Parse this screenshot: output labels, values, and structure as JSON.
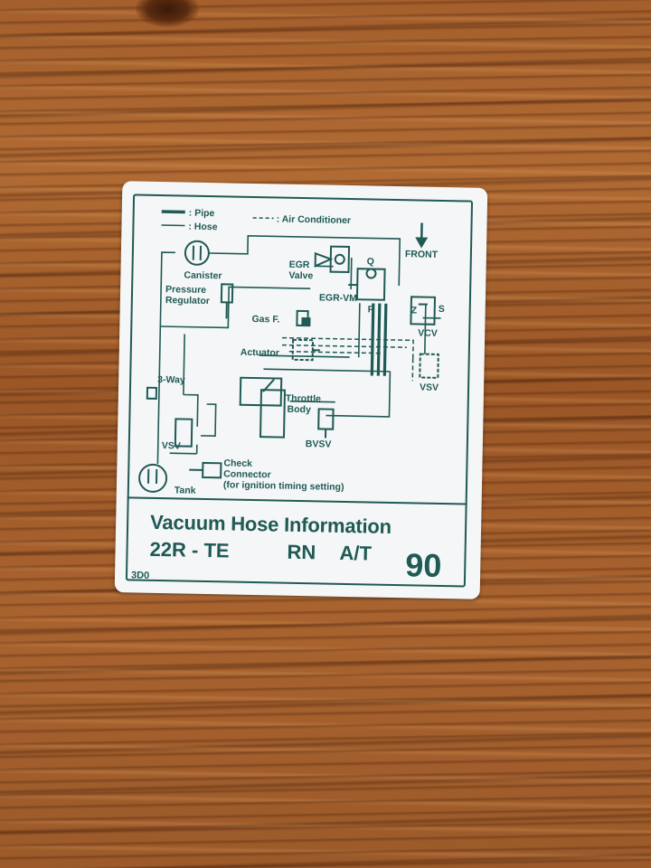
{
  "legend": {
    "pipe": ": Pipe",
    "hose": ": Hose",
    "air_conditioner": ": Air Conditioner"
  },
  "labels": {
    "front": "FRONT",
    "canister": "Canister",
    "egr_valve_1": "EGR",
    "egr_valve_2": "Valve",
    "egr_vm": "EGR-VM",
    "pressure_regulator_1": "Pressure",
    "pressure_regulator_2": "Regulator",
    "gas_filter": "Gas F.",
    "actuator": "Actuator",
    "vcv": "VCV",
    "vsv_right": "VSV",
    "three_way": "3-Way",
    "throttle_body_1": "Throttle",
    "throttle_body_2": "Body",
    "bvsv": "BVSV",
    "vsv_left": "VSV",
    "check_connector_1": "Check",
    "check_connector_2": "Connector",
    "check_connector_3": "(for ignition timing setting)",
    "tank": "Tank",
    "port_q": "Q",
    "port_p": "P",
    "port_z": "Z",
    "port_s": "S"
  },
  "footer": {
    "title": "Vacuum Hose Information",
    "engine": "22R - TE",
    "variant": "RN",
    "transmission": "A/T",
    "code": "90",
    "part_number": "3D0"
  },
  "colors": {
    "ink": "#1f5a55",
    "sticker": "#f4f6f7",
    "wood": "#a45f2c"
  }
}
